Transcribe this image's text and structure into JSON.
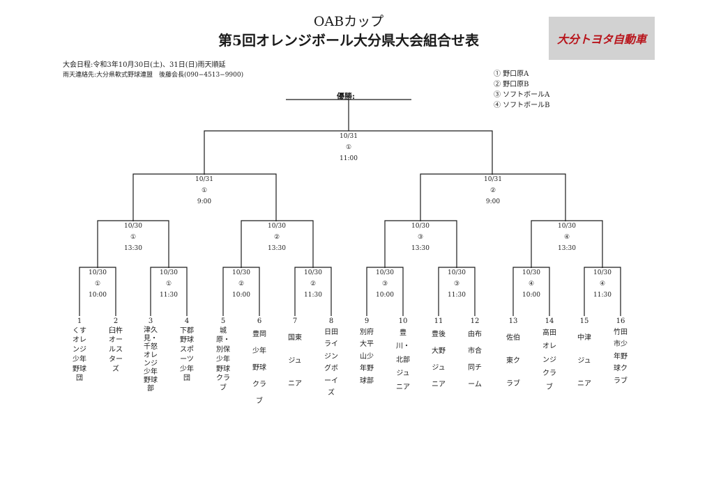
{
  "header": {
    "title_line1": "OABカップ",
    "title_line2": "第5回オレンジボール大分県大会組合せ表",
    "sponsor_logo_text": "大分トヨタ自動車",
    "schedule_text": "大会日程:令和3年10月30日(土)、31日(日)雨天順延",
    "rain_contact_text": "雨天連絡先:大分県軟式野球連盟　後藤会長(090−4513−9900)"
  },
  "venues": [
    "① 野口原A",
    "② 野口原B",
    "③ ソフトボールA",
    "④ ソフトボールB"
  ],
  "winner_label": "優勝:",
  "final": {
    "date": "10/31",
    "venue": "①",
    "time": "11:00"
  },
  "semifinals": [
    {
      "date": "10/31",
      "venue": "①",
      "time": "9:00"
    },
    {
      "date": "10/31",
      "venue": "②",
      "time": "9:00"
    }
  ],
  "quarterfinals": [
    {
      "date": "10/30",
      "venue": "①",
      "time": "13:30"
    },
    {
      "date": "10/30",
      "venue": "②",
      "time": "13:30"
    },
    {
      "date": "10/30",
      "venue": "③",
      "time": "13:30"
    },
    {
      "date": "10/30",
      "venue": "④",
      "time": "13:30"
    }
  ],
  "first_round": [
    {
      "date": "10/30",
      "venue": "①",
      "time": "10:00"
    },
    {
      "date": "10/30",
      "venue": "①",
      "time": "11:30"
    },
    {
      "date": "10/30",
      "venue": "②",
      "time": "10:00"
    },
    {
      "date": "10/30",
      "venue": "②",
      "time": "11:30"
    },
    {
      "date": "10/30",
      "venue": "③",
      "time": "10:00"
    },
    {
      "date": "10/30",
      "venue": "③",
      "time": "11:30"
    },
    {
      "date": "10/30",
      "venue": "④",
      "time": "10:00"
    },
    {
      "date": "10/30",
      "venue": "④",
      "time": "11:30"
    }
  ],
  "teams": [
    {
      "num": "1",
      "name": "くすオレンジ少年野球団"
    },
    {
      "num": "2",
      "name": "臼杵オールスターズ"
    },
    {
      "num": "3",
      "name": "津久見・千怒オレンジ少年野球部"
    },
    {
      "num": "4",
      "name": "下郡野球スポーツ少年団"
    },
    {
      "num": "5",
      "name": "城原・別保少年野球クラブ"
    },
    {
      "num": "6",
      "name": "豊岡少年野球クラブ"
    },
    {
      "num": "7",
      "name": "国東ジュニア"
    },
    {
      "num": "8",
      "name": "日田ライジングボーイズ"
    },
    {
      "num": "9",
      "name": "別府大平山少年野球部"
    },
    {
      "num": "10",
      "name": "豊川・北部ジュニア"
    },
    {
      "num": "11",
      "name": "豊後大野ジュニア"
    },
    {
      "num": "12",
      "name": "由布市合同チーム"
    },
    {
      "num": "13",
      "name": "佐伯東クラブ"
    },
    {
      "num": "14",
      "name": "高田オレンジクラブ"
    },
    {
      "num": "15",
      "name": "中津ジュニア"
    },
    {
      "num": "16",
      "name": "竹田市少年野球クラブ"
    }
  ]
}
